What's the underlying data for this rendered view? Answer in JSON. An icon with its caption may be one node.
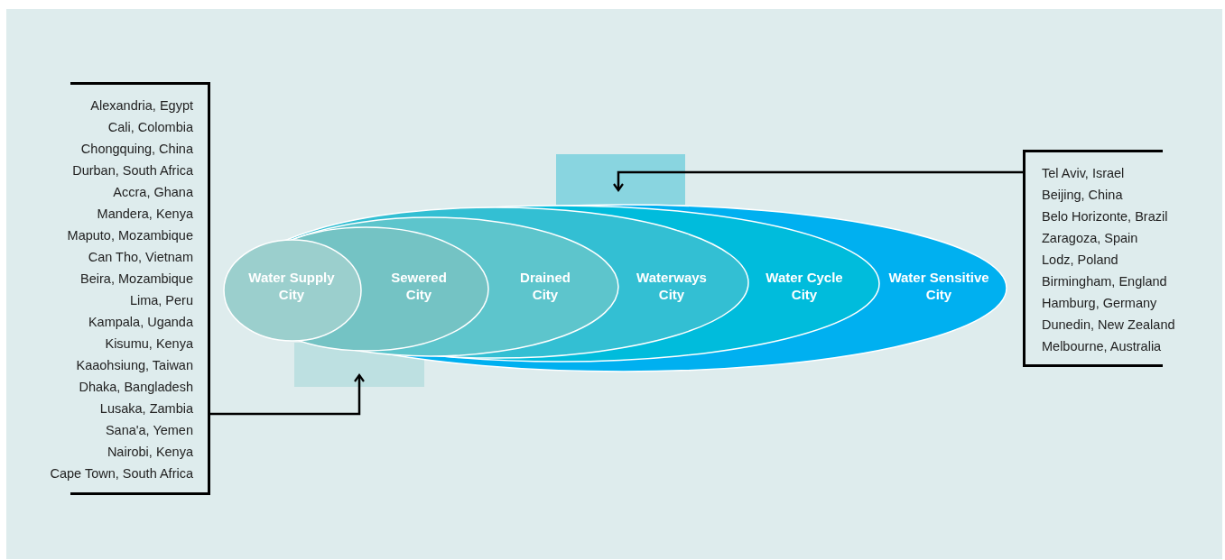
{
  "diagram": {
    "nodes": [
      {
        "text": [
          "Alexandria, Egypt",
          "Cali, Colombia",
          "Chongquing, China",
          "Durban, South Africa",
          "Accra, Ghana",
          "Mandera, Kenya",
          "Maputo, Mozambique",
          "Can Tho, Vietnam",
          "Beira, Mozambique",
          "Lima, Peru",
          "Kampala, Uganda",
          "Kisumu, Kenya",
          "Kaaohsiung, Taiwan",
          "Dhaka, Bangladesh",
          "Lusaka, Zambia",
          "Sana'a, Yemen",
          "Nairobi, Kenya",
          "Cape Town, South Africa"
        ]
      },
      {
        "text": [
          "Tel Aviv, Israel",
          "Beijing, China",
          "Belo Horizonte, Brazil",
          "Zaragoza, Spain",
          "Lodz, Poland",
          "Birmingham, England",
          "Hamburg, Germany",
          "Dunedin, New Zealand",
          "Melbourne, Australia"
        ]
      },
      {
        "text": [],
        "shape": "box"
      },
      {
        "text": [],
        "shape": "box"
      },
      {
        "text": [
          "Water Sensitive City"
        ]
      },
      {
        "text": [
          "Water Cycle City"
        ],
        "in": 4
      },
      {
        "text": [
          "Waterways City"
        ],
        "in": 5
      },
      {
        "text": [
          "Drained City"
        ],
        "in": 6
      },
      {
        "text": [
          "Sewered City"
        ],
        "in": 7
      },
      {
        "text": [
          "Water Supply City"
        ]
      }
    ],
    "edges": [
      {
        "from": 0,
        "to": 2,
        "arrow": "to"
      },
      {
        "from": 1,
        "to": 3,
        "arrow": "to"
      }
    ]
  }
}
